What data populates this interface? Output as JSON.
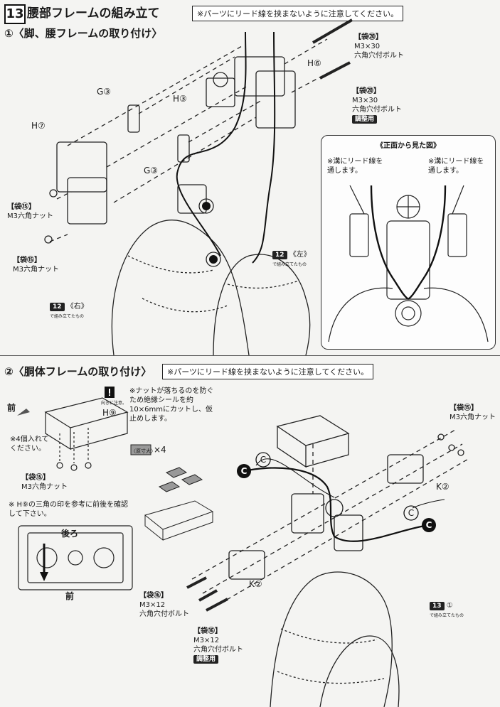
{
  "step": {
    "number": "13",
    "title": "腰部フレームの組み立て",
    "note": "※パーツにリード線を挟まないように注意してください。"
  },
  "section1": {
    "title": "①〈脚、腰フレームの取り付け〉",
    "labels": {
      "g3_a": "G③",
      "g3_b": "G③",
      "h3": "H③",
      "h6": "H⑥",
      "h7": "H⑦"
    },
    "bolt1": {
      "bag": "【袋⑳】",
      "size": "M3×30",
      "name": "六角穴付ボルト"
    },
    "bolt2": {
      "bag": "【袋⑳】",
      "size": "M3×30",
      "name": "六角穴付ボルト",
      "tag": "調整用"
    },
    "nut1": {
      "bag": "【袋⑮】",
      "name": "M3六角ナット"
    },
    "nut2": {
      "bag": "【袋⑮】",
      "name": "M3六角ナット"
    },
    "ref_left": {
      "mark": "12",
      "text": "《左》",
      "caption": "で組み立てたもの"
    },
    "ref_right": {
      "mark": "12",
      "text": "《右》",
      "caption": "で組み立てたもの"
    },
    "front_view": {
      "title": "《正面から見た図》",
      "note_left": "※溝にリード線を通します。",
      "note_right": "※溝にリード線を通します。"
    }
  },
  "section2": {
    "title": "②〈胴体フレームの取り付け〉",
    "note": "※パーツにリード線を挟まないように注意してください。",
    "caution_caption": "向きに注意。",
    "front": "前",
    "h9": "H⑨",
    "four_note": "※4個入れてください。",
    "nut": {
      "bag": "【袋⑮】",
      "name": "M3六角ナット"
    },
    "seal_note": "※ナットが落ちるのを防ぐため絶縁シールを約10×6mmにカットし、仮止めします。",
    "scale_label": "〈原寸大〉",
    "scale_count": "×4",
    "orient_note": "※ H⑨の三角の印を参考に前後を確認して下さい。",
    "rear": "後ろ",
    "front2": "前",
    "nut_right": {
      "bag": "【袋⑮】",
      "name": "M3六角ナット"
    },
    "k2_a": "K②",
    "k2_b": "K②",
    "c_marks": [
      "C",
      "C",
      "C",
      "C"
    ],
    "bolt1": {
      "bag": "【袋⑯】",
      "size": "M3×12",
      "name": "六角穴付ボルト"
    },
    "bolt2": {
      "bag": "【袋⑯】",
      "size": "M3×12",
      "name": "六角穴付ボルト",
      "tag": "調整用"
    },
    "ref": {
      "mark": "13",
      "sub": "①",
      "caption": "で組み立てたもの"
    }
  }
}
